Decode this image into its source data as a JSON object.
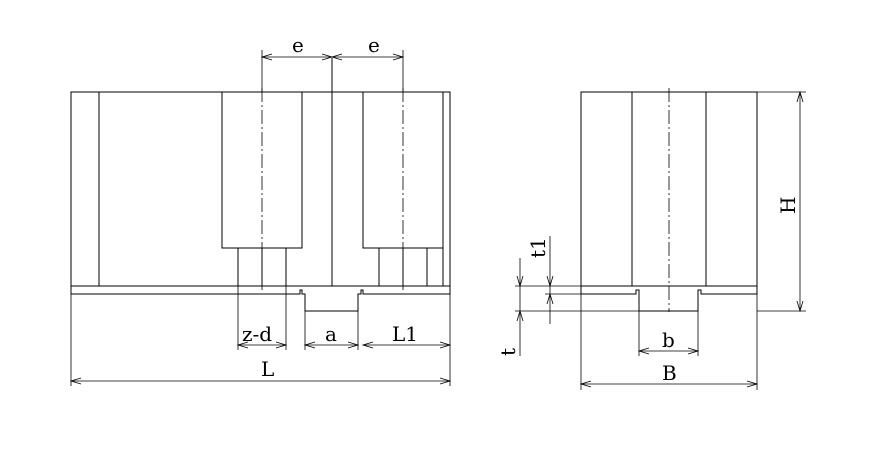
{
  "labels": {
    "e_left": "e",
    "e_right": "e",
    "z_d": "z-d",
    "a": "a",
    "L1": "L1",
    "L": "L",
    "H": "H",
    "t1": "t1",
    "t": "t",
    "b": "b",
    "B": "B"
  }
}
